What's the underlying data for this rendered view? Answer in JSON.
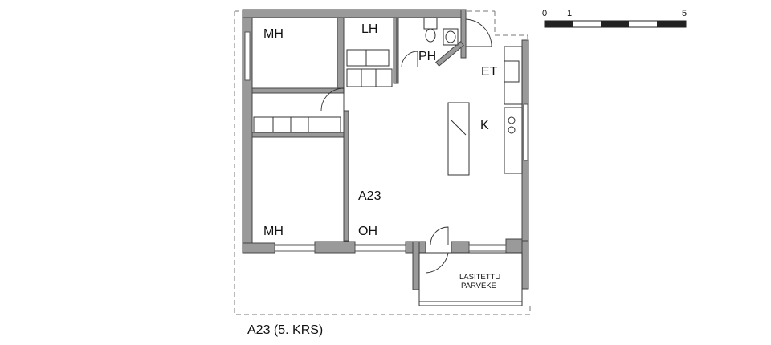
{
  "rooms": {
    "mh_top": "MH",
    "lh": "LH",
    "ph": "PH",
    "et": "ET",
    "k": "K",
    "apartment": "A23",
    "mh_bottom": "MH",
    "oh": "OH",
    "balcony_line1": "LASITETTU",
    "balcony_line2": "PARVEKE"
  },
  "scale_bar": {
    "tick_0": "0",
    "tick_1": "1",
    "tick_5": "5"
  },
  "caption": "A23 (5. KRS)",
  "colors": {
    "wall_fill": "#9a9a9a",
    "line": "#333333",
    "boundary_dash": "#777777"
  }
}
